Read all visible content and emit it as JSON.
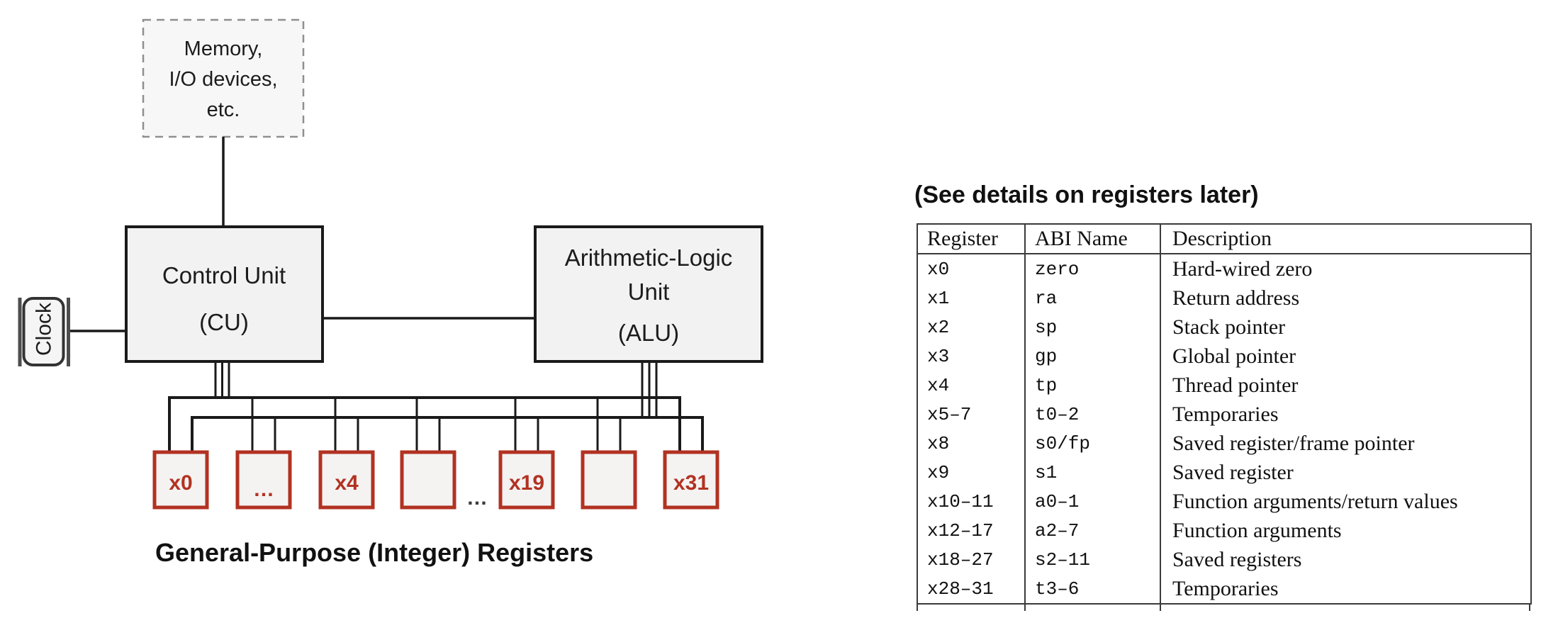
{
  "diagram": {
    "memory_box": {
      "lines": [
        "Memory,",
        "I/O devices,",
        "etc."
      ]
    },
    "control_unit": {
      "line1": "Control Unit",
      "line2": "(CU)"
    },
    "alu": {
      "line1": "Arithmetic-Logic",
      "line2": "Unit",
      "line3": "(ALU)"
    },
    "clock": {
      "label": "Clock"
    },
    "registers": {
      "boxes": [
        "x0",
        "…",
        "x4",
        "",
        "x19",
        "",
        "x31"
      ],
      "between_ellipsis": "…",
      "caption": "General-Purpose (Integer) Registers"
    },
    "colors": {
      "register_red": "#b23222",
      "line_black": "#1a1a1a",
      "unit_fill": "#f2f2f2",
      "memory_fill": "#f7f7f7"
    }
  },
  "registers_panel": {
    "heading": "(See details on registers later)",
    "table": {
      "columns": [
        "Register",
        "ABI Name",
        "Description"
      ],
      "rows": [
        [
          "x0",
          "zero",
          "Hard-wired zero"
        ],
        [
          "x1",
          "ra",
          "Return address"
        ],
        [
          "x2",
          "sp",
          "Stack pointer"
        ],
        [
          "x3",
          "gp",
          "Global pointer"
        ],
        [
          "x4",
          "tp",
          "Thread pointer"
        ],
        [
          "x5–7",
          "t0–2",
          "Temporaries"
        ],
        [
          "x8",
          "s0/fp",
          "Saved register/frame pointer"
        ],
        [
          "x9",
          "s1",
          "Saved register"
        ],
        [
          "x10–11",
          "a0–1",
          "Function arguments/return values"
        ],
        [
          "x12–17",
          "a2–7",
          "Function arguments"
        ],
        [
          "x18–27",
          "s2–11",
          "Saved registers"
        ],
        [
          "x28–31",
          "t3–6",
          "Temporaries"
        ]
      ]
    }
  }
}
